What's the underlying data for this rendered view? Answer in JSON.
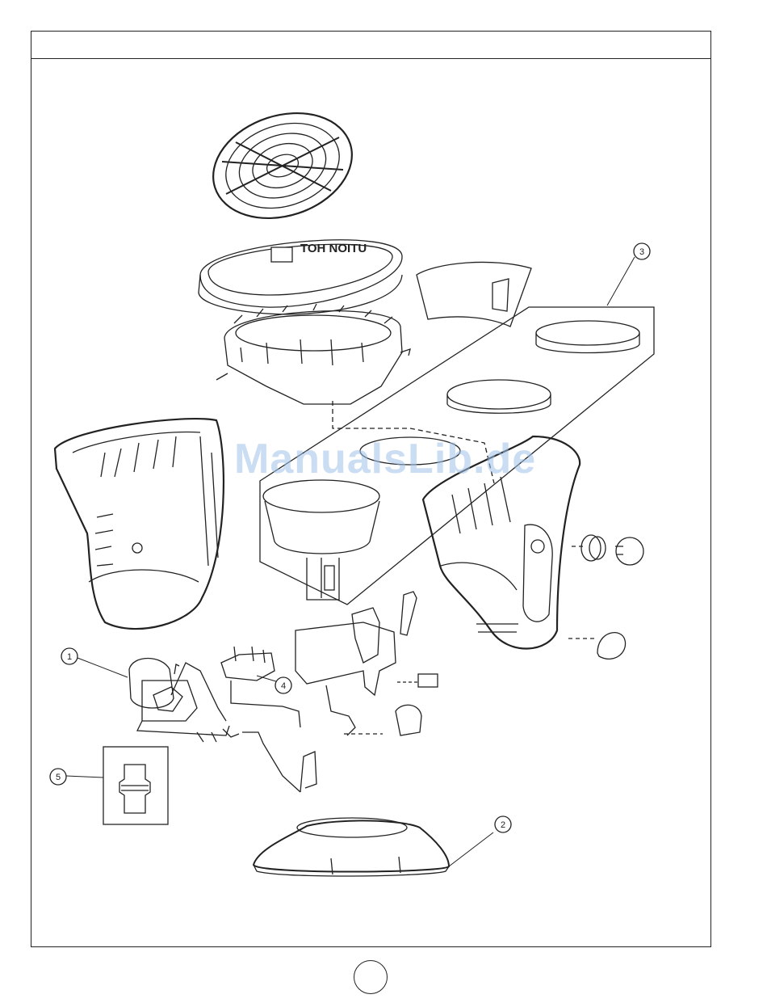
{
  "header": {
    "title": ""
  },
  "watermark": {
    "text": "ManualsLib.de",
    "color": "#9fc2ea"
  },
  "callouts": [
    {
      "id": "callout-1",
      "label": "1"
    },
    {
      "id": "callout-2",
      "label": "2"
    },
    {
      "id": "callout-3",
      "label": "3"
    },
    {
      "id": "callout-4",
      "label": "4"
    },
    {
      "id": "callout-5",
      "label": "5"
    }
  ],
  "lid_ring": {
    "text": "TOH NOITU"
  },
  "page": {
    "number": ""
  },
  "colors": {
    "line": "#222222",
    "background": "#ffffff"
  }
}
